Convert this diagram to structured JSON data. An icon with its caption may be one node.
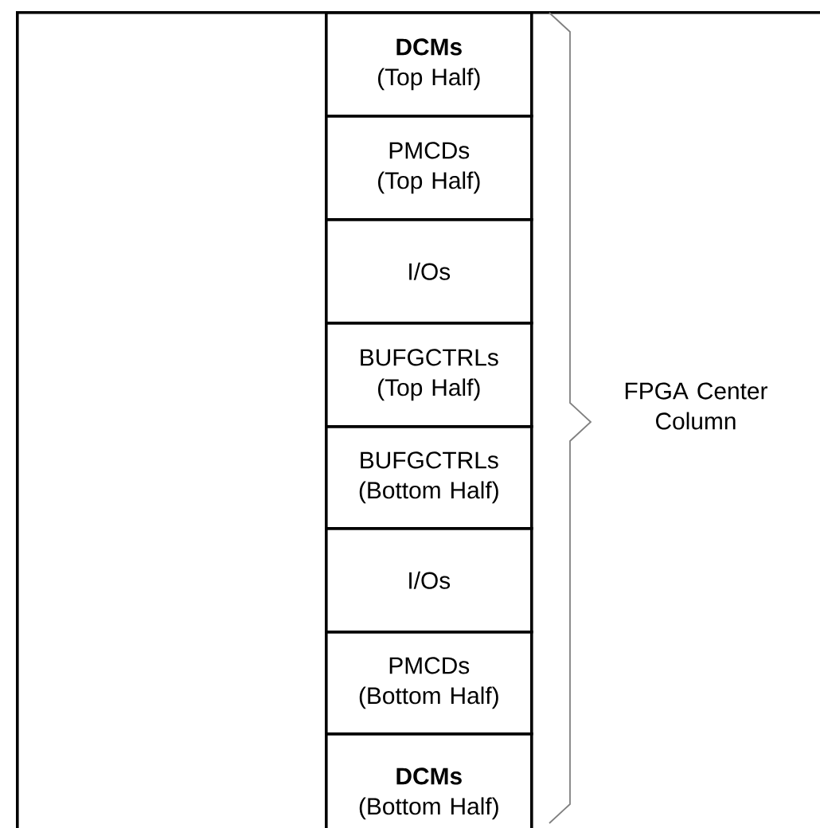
{
  "diagram": {
    "nodes": [
      {
        "text": [],
        "shape": "box"
      },
      {
        "text": [
          "**DCMs** (Top Half)"
        ],
        "in": 0
      },
      {
        "text": [
          "PMCDs (Top Half)"
        ],
        "in": 0
      },
      {
        "text": [
          "I/Os"
        ],
        "in": 0
      },
      {
        "text": [
          "BUFGCTRLs (Top Half)"
        ],
        "in": 0
      },
      {
        "text": [
          "BUFGCTRLs (Bottom Half)"
        ],
        "in": 0
      },
      {
        "text": [
          "I/Os"
        ],
        "in": 0
      },
      {
        "text": [
          "PMCDs (Bottom Half)"
        ],
        "in": 0
      },
      {
        "text": [
          "**DCMs** (Bottom Half)"
        ],
        "in": 0
      }
    ],
    "labels": [
      "FPGA Center Column"
    ]
  }
}
